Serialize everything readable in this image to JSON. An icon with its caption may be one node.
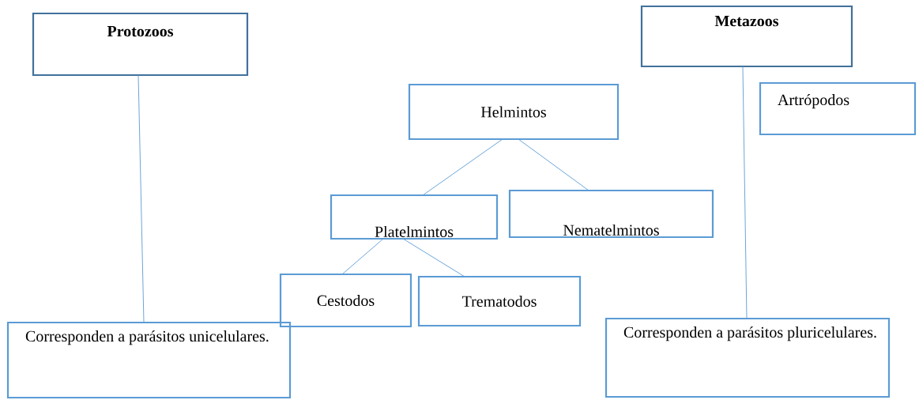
{
  "diagram": {
    "nodes": [
      {
        "text": [
          "Protozoos"
        ]
      },
      {
        "text": [
          "Metazoos"
        ]
      },
      {
        "text": [
          "Artrópodos"
        ]
      },
      {
        "text": [
          "Helmintos"
        ]
      },
      {
        "text": [
          "Platelmintos"
        ]
      },
      {
        "text": [
          "Nematelmintos"
        ]
      },
      {
        "text": [
          "Cestodos"
        ]
      },
      {
        "text": [
          "Trematodos"
        ]
      },
      {
        "text": [
          "Corresponden a parásitos unicelulares."
        ]
      },
      {
        "text": [
          "Corresponden a parásitos pluricelulares."
        ]
      }
    ],
    "edges": [
      {
        "from": 0,
        "to": 8,
        "arrow": "none"
      },
      {
        "from": 1,
        "to": 9,
        "arrow": "none"
      },
      {
        "from": 3,
        "to": 4,
        "arrow": "none"
      },
      {
        "from": 3,
        "to": 5,
        "arrow": "none"
      },
      {
        "from": 4,
        "to": 6,
        "arrow": "none"
      },
      {
        "from": 4,
        "to": 7,
        "arrow": "none"
      }
    ]
  }
}
